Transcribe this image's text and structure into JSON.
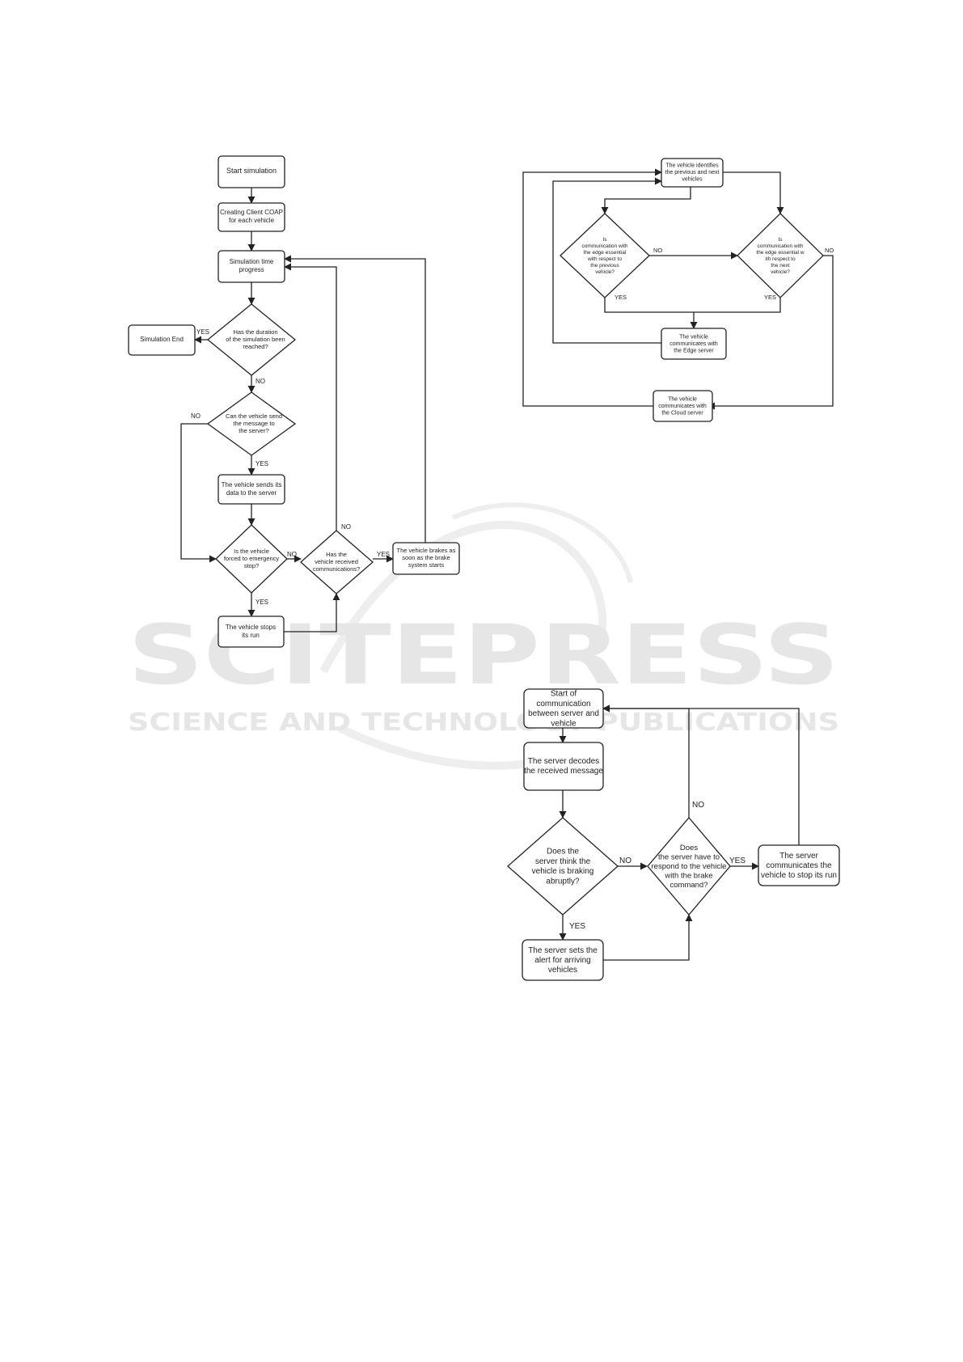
{
  "watermark": {
    "main": "SCITEPRESS",
    "sub": "SCIENCE AND TECHNOLOGY PUBLICATIONS",
    "color": "#e6e6e6"
  },
  "flow1": {
    "start": [
      "Start simulation"
    ],
    "client": [
      "Creating Client COAP",
      "for each vehicle"
    ],
    "progress": [
      "Simulation time",
      "progress"
    ],
    "duration": [
      "Has the duration",
      "of the simulation been",
      "reached?"
    ],
    "end": [
      "Simulation End"
    ],
    "can_send": [
      "Can the vehicle send",
      "the message to",
      "the server?"
    ],
    "sends": [
      "The vehicle sends its",
      "data to the server"
    ],
    "forced": [
      "Is the vehicle",
      "forced to emergency",
      "stop?"
    ],
    "received": [
      "Has the",
      "vehicle received",
      "communications?"
    ],
    "brakes": [
      "The vehicle brakes as",
      "soon as the brake",
      "system starts"
    ],
    "stops": [
      "The vehicle stops",
      "its run"
    ],
    "yes": "YES",
    "no": "NO"
  },
  "flow2": {
    "identifies": [
      "The vehicle identifies",
      "the previous and next",
      "vehicles"
    ],
    "prev_q": [
      "Is",
      "communication with",
      "the edge essential",
      "with respect to",
      "the previous",
      "vehicle?"
    ],
    "next_q": [
      "Is",
      "communication with",
      "the edge essential w",
      "ith respect to",
      "the next",
      "vehicle?"
    ],
    "edge": [
      "The vehicle",
      "communicates with",
      "the Edge server"
    ],
    "cloud": [
      "The vehicle",
      "communicates with",
      "the Cloud server"
    ],
    "yes": "YES",
    "no": "NO"
  },
  "flow3": {
    "start": [
      "Start of",
      "communication",
      "between server and",
      "vehicle"
    ],
    "decodes": [
      "The server decodes",
      "the received message"
    ],
    "think": [
      "Does the",
      "server think the",
      "vehicle is braking",
      "abruptly?"
    ],
    "respond": [
      "Does",
      "the server have to",
      "respond to the vehicle",
      "with the brake",
      "command?"
    ],
    "communicates": [
      "The server",
      "communicates the",
      "vehicle to stop its run"
    ],
    "alert": [
      "The server sets the",
      "alert for arriving",
      "vehicles"
    ],
    "yes": "YES",
    "no": "NO"
  }
}
